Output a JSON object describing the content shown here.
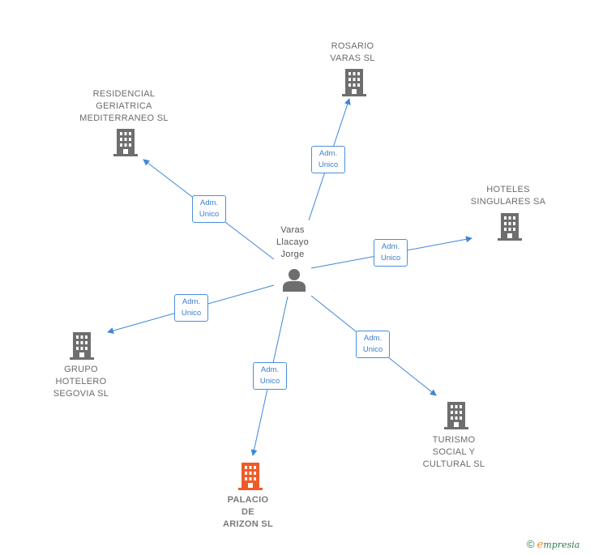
{
  "person": {
    "name": "Varas\nLlacayo\nJorge",
    "icon": "person-icon"
  },
  "companies": [
    {
      "id": "rosario",
      "name": "ROSARIO\nVARAS  SL",
      "role": "Adm.\nUnico",
      "icon": "building-icon",
      "color": "#6e6e6e"
    },
    {
      "id": "residencial",
      "name": "RESIDENCIAL\nGERIATRICA\nMEDITERRANEO SL",
      "role": "Adm.\nUnico",
      "icon": "building-icon",
      "color": "#6e6e6e"
    },
    {
      "id": "hoteles",
      "name": "HOTELES\nSINGULARES SA",
      "role": "Adm.\nUnico",
      "icon": "building-icon",
      "color": "#6e6e6e"
    },
    {
      "id": "grupo",
      "name": "GRUPO\nHOTELERO\nSEGOVIA SL",
      "role": "Adm.\nUnico",
      "icon": "building-icon",
      "color": "#6e6e6e"
    },
    {
      "id": "turismo",
      "name": "TURISMO\nSOCIAL Y\nCULTURAL  SL",
      "role": "Adm.\nUnico",
      "icon": "building-icon",
      "color": "#6e6e6e"
    },
    {
      "id": "palacio",
      "name": "PALACIO\nDE\nARIZON  SL",
      "role": "Adm.\nUnico",
      "icon": "building-icon",
      "color": "#f05a28",
      "highlight": true
    }
  ],
  "colors": {
    "edge": "#3f86d8",
    "badge_text": "#3a7fd0",
    "building": "#6e6e6e",
    "highlight": "#f05a28"
  },
  "footer": {
    "copyright": "©",
    "brand_e": "e",
    "brand_rest": "mpresia"
  }
}
